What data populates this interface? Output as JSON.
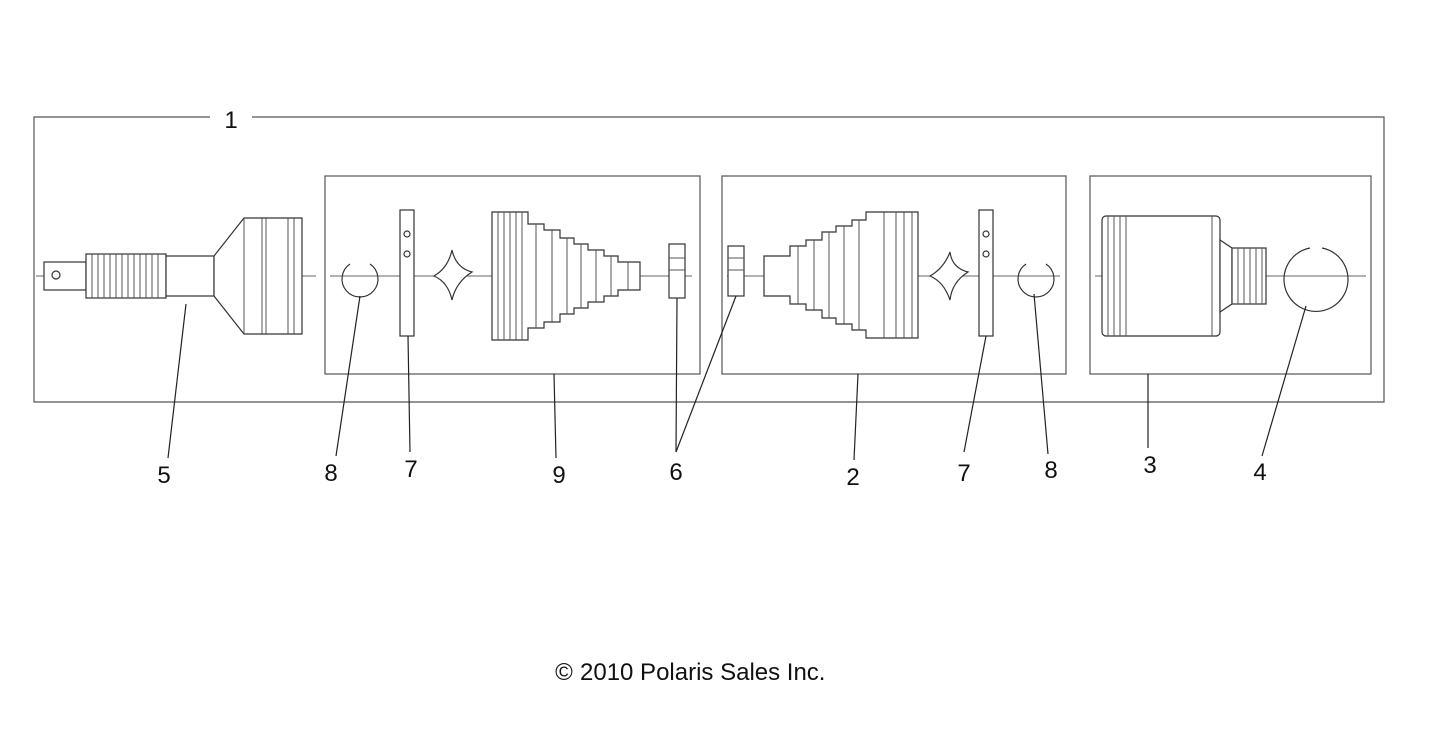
{
  "diagram": {
    "callouts": {
      "assembly": "1",
      "inner_boot": "2",
      "inner_cv_housing": "3",
      "outer_snap_ring": "4",
      "outer_cv_joint": "5",
      "boot_clamps": "6",
      "spider_bearing_left": "7",
      "spider_bearing_right": "7",
      "retaining_ring_left": "8",
      "retaining_ring_right": "8",
      "outer_boot": "9"
    },
    "copyright_symbol": "©",
    "copyright_text": "2010 Polaris Sales Inc.",
    "colors": {
      "line": "#222222",
      "box": "#555555",
      "background": "#ffffff"
    }
  }
}
